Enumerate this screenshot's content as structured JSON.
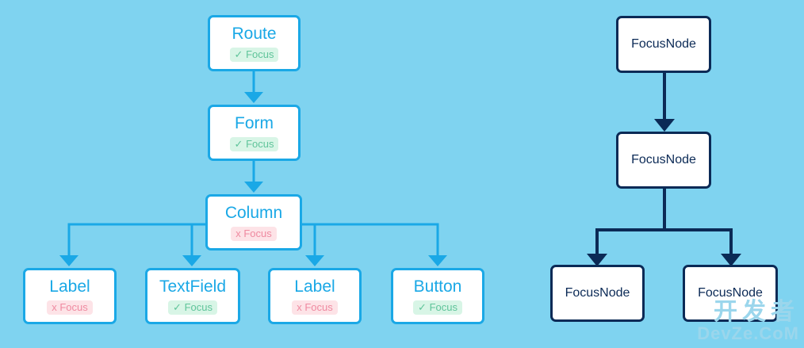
{
  "widget_tree": {
    "nodes": [
      {
        "label": "Route",
        "focus": "Focus",
        "can_focus": true
      },
      {
        "label": "Form",
        "focus": "Focus",
        "can_focus": true
      },
      {
        "label": "Column",
        "focus": "Focus",
        "can_focus": false
      },
      {
        "label": "Label",
        "focus": "Focus",
        "can_focus": false
      },
      {
        "label": "TextField",
        "focus": "Focus",
        "can_focus": true
      },
      {
        "label": "Label",
        "focus": "Focus",
        "can_focus": false
      },
      {
        "label": "Button",
        "focus": "Focus",
        "can_focus": true
      }
    ],
    "check_mark": "✓",
    "cross_mark": "x"
  },
  "focus_tree": {
    "nodes": [
      {
        "label": "FocusNode"
      },
      {
        "label": "FocusNode"
      },
      {
        "label": "FocusNode"
      },
      {
        "label": "FocusNode"
      }
    ]
  },
  "watermark": {
    "title": "开发者",
    "site": "DevZe.CoM"
  },
  "colors": {
    "background": "#7fd3f0",
    "widget_accent": "#1aa8e6",
    "focus_accent": "#0b2a56",
    "focus_yes": "#5fc49a",
    "focus_no": "#ef8aa0"
  }
}
